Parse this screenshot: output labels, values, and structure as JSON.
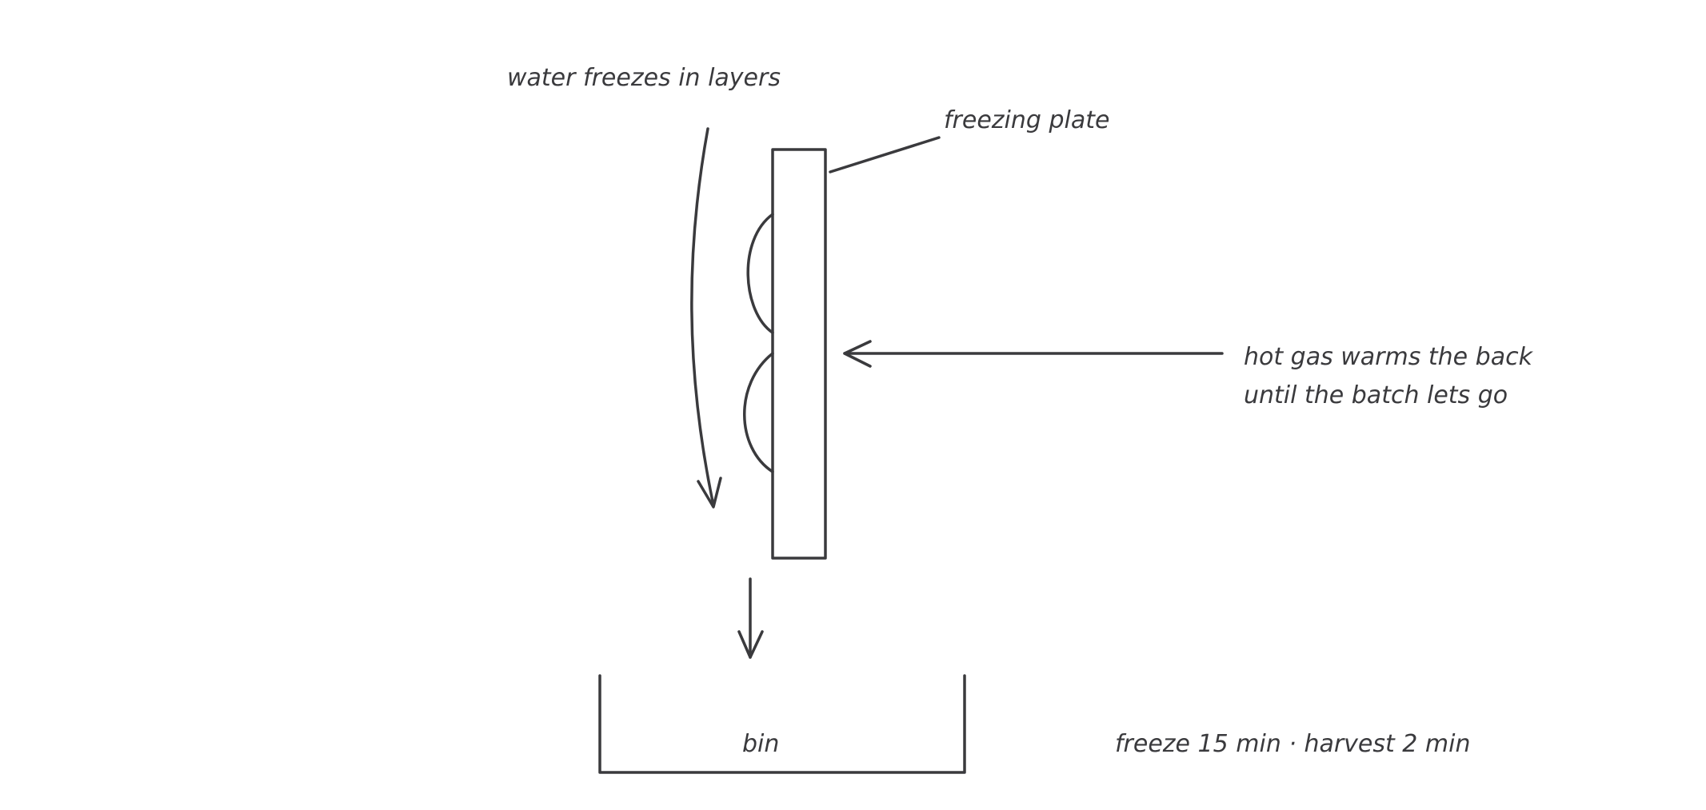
{
  "labels": {
    "water_freezes": "water freezes in layers",
    "freezing_plate": "freezing plate",
    "hot_gas_line1": "hot gas warms the back",
    "hot_gas_line2": "until the batch lets go",
    "bin": "bin",
    "cycle_times": "freeze 15 min · harvest 2 min"
  },
  "colors": {
    "ink": "#3a3a3d",
    "background": "#ffffff"
  }
}
